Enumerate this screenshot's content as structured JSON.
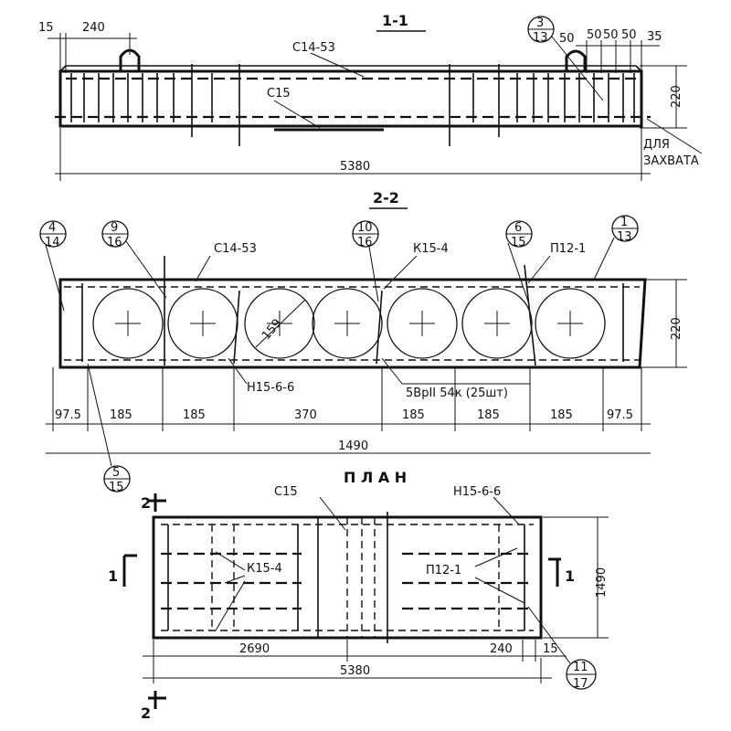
{
  "section_1": {
    "title": "1-1",
    "labels": {
      "c1453": "С14-53",
      "c15": "С15",
      "dim_15": "15",
      "dim_240": "240",
      "dim_220": "220",
      "dim_5380": "5380",
      "dim_50a": "50",
      "dim_50b": "50",
      "dim_50c": "50",
      "dim_50d": "50",
      "dim_35": "35",
      "callout_top": "3",
      "callout_bottom": "13",
      "for_grip_1": "ДЛЯ",
      "for_grip_2": "ЗАХВАТА"
    }
  },
  "section_2": {
    "title": "2-2",
    "labels": {
      "c1453": "С14-53",
      "k154": "К15-4",
      "p121": "П12-1",
      "n1566": "Н15-6-6",
      "bars": "5ВрII 54к (25шт)",
      "dia": "159",
      "h220": "220",
      "total": "1490"
    },
    "callouts": [
      {
        "top": "4",
        "bottom": "14"
      },
      {
        "top": "9",
        "bottom": "16"
      },
      {
        "top": "10",
        "bottom": "16"
      },
      {
        "top": "6",
        "bottom": "15"
      },
      {
        "top": "1",
        "bottom": "13"
      },
      {
        "top": "5",
        "bottom": "15"
      }
    ],
    "dims": [
      "97.5",
      "185",
      "185",
      "370",
      "185",
      "185",
      "185",
      "97.5"
    ]
  },
  "plan": {
    "title": "П Л А Н",
    "labels": {
      "c15": "С15",
      "n1566": "Н15-6-6",
      "k154": "К15-4",
      "p121": "П12-1",
      "dim_2690": "2690",
      "dim_5380": "5380",
      "dim_240": "240",
      "dim_15": "15",
      "dim_1490": "1490",
      "cut_1": "1",
      "cut_2": "2"
    },
    "callout": {
      "top": "11",
      "bottom": "17"
    }
  }
}
